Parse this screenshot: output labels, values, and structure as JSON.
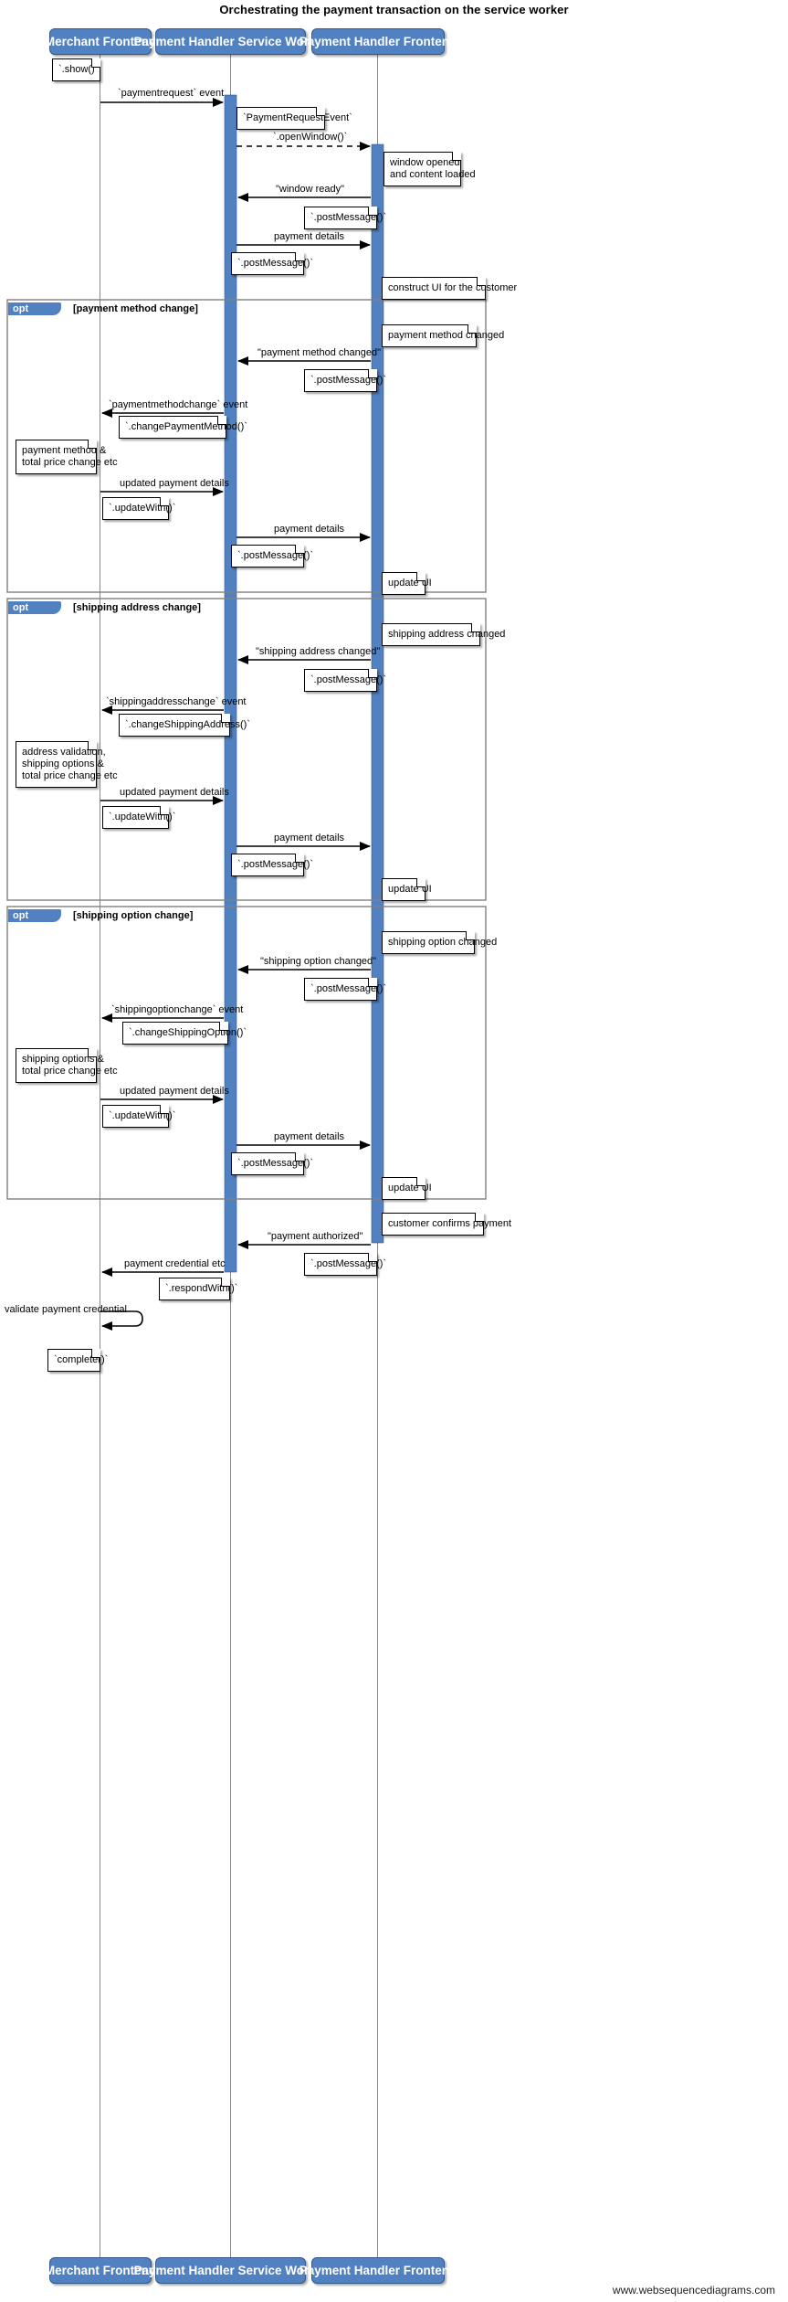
{
  "diagram": {
    "type": "sequence",
    "title": "Orchestrating the payment transaction on the service worker",
    "watermark": "www.websequencediagrams.com",
    "colors": {
      "actor_fill": "#5181c1",
      "actor_text": "#ffffff",
      "activation_fill": "#5181c1",
      "line": "#000000",
      "frame_border": "#808080"
    },
    "actors": [
      {
        "id": "merchant",
        "label": "Merchant Frontend"
      },
      {
        "id": "sw",
        "label": "Payment Handler Service Worker"
      },
      {
        "id": "phfrontend",
        "label": "Payment Handler Frontend"
      }
    ],
    "fragments": [
      {
        "kind": "opt",
        "condition": "[payment method change]"
      },
      {
        "kind": "opt",
        "condition": "[shipping address change]"
      },
      {
        "kind": "opt",
        "condition": "[shipping option change]"
      }
    ],
    "messages": [
      {
        "from": "merchant",
        "to": "sw",
        "label": "`paymentrequest` event",
        "style": "solid",
        "dir": "right"
      },
      {
        "from": "sw",
        "to": "phfrontend",
        "label": "`.openWindow()`",
        "style": "dashed",
        "dir": "right"
      },
      {
        "from": "phfrontend",
        "to": "sw",
        "label": "\"window ready\"",
        "style": "solid",
        "dir": "left"
      },
      {
        "from": "sw",
        "to": "phfrontend",
        "label": "payment details",
        "style": "solid",
        "dir": "right"
      },
      {
        "from": "phfrontend",
        "to": "sw",
        "label": "\"payment method changed\"",
        "style": "solid",
        "dir": "left"
      },
      {
        "from": "sw",
        "to": "merchant",
        "label": "`paymentmethodchange` event",
        "style": "solid",
        "dir": "left"
      },
      {
        "from": "merchant",
        "to": "sw",
        "label": "updated payment details",
        "style": "solid",
        "dir": "right"
      },
      {
        "from": "sw",
        "to": "phfrontend",
        "label": "payment details",
        "style": "solid",
        "dir": "right"
      },
      {
        "from": "phfrontend",
        "to": "sw",
        "label": "\"shipping address changed\"",
        "style": "solid",
        "dir": "left"
      },
      {
        "from": "sw",
        "to": "merchant",
        "label": "`shippingaddresschange` event",
        "style": "solid",
        "dir": "left"
      },
      {
        "from": "merchant",
        "to": "sw",
        "label": "updated payment details",
        "style": "solid",
        "dir": "right"
      },
      {
        "from": "sw",
        "to": "phfrontend",
        "label": "payment details",
        "style": "solid",
        "dir": "right"
      },
      {
        "from": "phfrontend",
        "to": "sw",
        "label": "\"shipping option changed\"",
        "style": "solid",
        "dir": "left"
      },
      {
        "from": "sw",
        "to": "merchant",
        "label": "`shippingoptionchange` event",
        "style": "solid",
        "dir": "left"
      },
      {
        "from": "merchant",
        "to": "sw",
        "label": "updated payment details",
        "style": "solid",
        "dir": "right"
      },
      {
        "from": "sw",
        "to": "phfrontend",
        "label": "payment details",
        "style": "solid",
        "dir": "right"
      },
      {
        "from": "phfrontend",
        "to": "sw",
        "label": "\"payment authorized\"",
        "style": "solid",
        "dir": "left"
      },
      {
        "from": "sw",
        "to": "merchant",
        "label": "payment credential etc",
        "style": "solid",
        "dir": "left"
      },
      {
        "from": "merchant",
        "to": "merchant",
        "label": "validate payment credential",
        "style": "solid",
        "dir": "self"
      }
    ],
    "notes": [
      {
        "id": "n01",
        "text": "`.show()`"
      },
      {
        "id": "n02",
        "text": "`PaymentRequestEvent`"
      },
      {
        "id": "n03",
        "text": "window opened\nand content loaded"
      },
      {
        "id": "n04",
        "text": "`.postMessage()`"
      },
      {
        "id": "n05",
        "text": "`.postMessage()`"
      },
      {
        "id": "n06",
        "text": "construct UI for the customer"
      },
      {
        "id": "n07",
        "text": "payment method changed"
      },
      {
        "id": "n08",
        "text": "`.postMessage()`"
      },
      {
        "id": "n09",
        "text": "`.changePaymentMethod()`"
      },
      {
        "id": "n10",
        "text": "payment method &\ntotal price change etc"
      },
      {
        "id": "n11",
        "text": "`.updateWith()`"
      },
      {
        "id": "n12",
        "text": "`.postMessage()`"
      },
      {
        "id": "n13",
        "text": "update UI"
      },
      {
        "id": "n14",
        "text": "shipping address changed"
      },
      {
        "id": "n15",
        "text": "`.postMessage()`"
      },
      {
        "id": "n16",
        "text": "`.changeShippingAddress()`"
      },
      {
        "id": "n17",
        "text": "address validation,\nshipping options &\ntotal price change etc"
      },
      {
        "id": "n18",
        "text": "`.updateWith()`"
      },
      {
        "id": "n19",
        "text": "`.postMessage()`"
      },
      {
        "id": "n20",
        "text": "update UI"
      },
      {
        "id": "n21",
        "text": "shipping option changed"
      },
      {
        "id": "n22",
        "text": "`.postMessage()`"
      },
      {
        "id": "n23",
        "text": "`.changeShippingOption()`"
      },
      {
        "id": "n24",
        "text": "shipping options &\ntotal price change etc"
      },
      {
        "id": "n25",
        "text": "`.updateWith()`"
      },
      {
        "id": "n26",
        "text": "`.postMessage()`"
      },
      {
        "id": "n27",
        "text": "update UI"
      },
      {
        "id": "n28",
        "text": "customer confirms payment"
      },
      {
        "id": "n29",
        "text": "`.postMessage()`"
      },
      {
        "id": "n30",
        "text": "`.respondWith()`"
      },
      {
        "id": "n31",
        "text": "`complete()`"
      }
    ]
  }
}
